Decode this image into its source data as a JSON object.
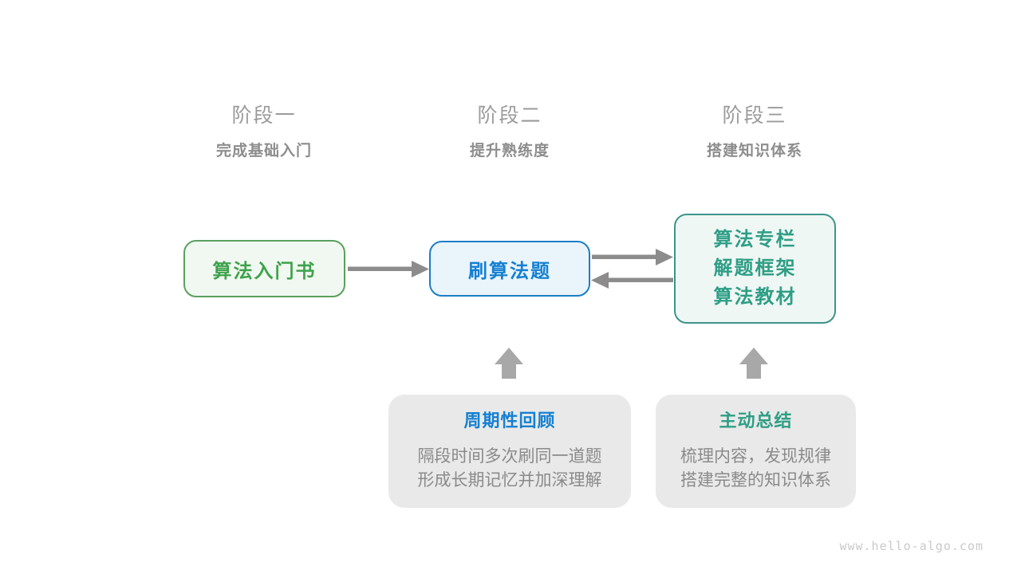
{
  "stages": [
    {
      "label": "阶段一",
      "subtitle": "完成基础入门"
    },
    {
      "label": "阶段二",
      "subtitle": "提升熟练度"
    },
    {
      "label": "阶段三",
      "subtitle": "搭建知识体系"
    }
  ],
  "nodes": {
    "intro_book": {
      "label": "算法入门书"
    },
    "practice": {
      "label": "刷算法题"
    },
    "resources": {
      "items": [
        "算法专栏",
        "解题框架",
        "算法教材"
      ]
    }
  },
  "callouts": {
    "review": {
      "title": "周期性回顾",
      "lines": [
        "隔段时间多次刷同一道题",
        "形成长期记忆并加深理解"
      ]
    },
    "summarize": {
      "title": "主动总结",
      "lines": [
        "梳理内容，发现规律",
        "搭建完整的知识体系"
      ]
    }
  },
  "watermark": "www.hello-algo.com",
  "colors": {
    "green-border": "#5AA05E",
    "green-text": "#3FA24C",
    "green-fill": "#F1F8F1",
    "blue-border": "#1B7EC6",
    "blue-text": "#1580D2",
    "blue-fill": "#EAF4FB",
    "teal-border": "#3D948A",
    "teal-text": "#2E9E85",
    "teal-fill": "#EFF7F4",
    "callout-fill": "#E9E9E9",
    "callout-body": "#8A8A8A",
    "stage-title": "#9B9B9B",
    "stage-subtitle": "#8D8D8D",
    "arrow": "#8C8C8C",
    "block-arrow": "#A8A8A8",
    "watermark": "#C9C9C9"
  }
}
